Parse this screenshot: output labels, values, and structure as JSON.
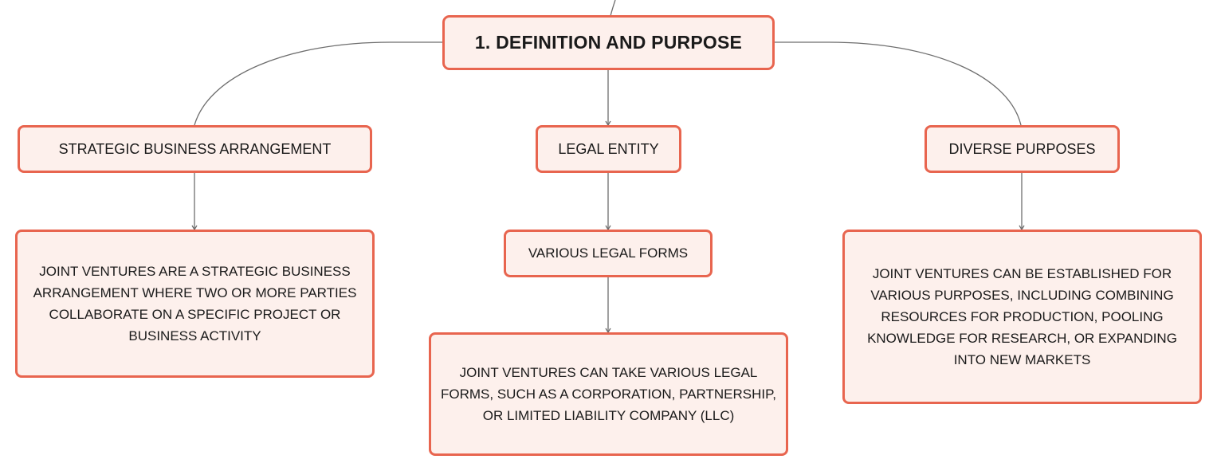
{
  "colors": {
    "node_border": "#e8654f",
    "node_fill": "#fdf0ec",
    "connector": "#6e6e6e",
    "text": "#1a1a1a",
    "background": "#ffffff"
  },
  "mindmap": {
    "root": {
      "label": "1. DEFINITION AND PURPOSE"
    },
    "branches": [
      {
        "label": "STRATEGIC BUSINESS ARRANGEMENT",
        "detail": "JOINT VENTURES ARE A STRATEGIC BUSINESS ARRANGEMENT WHERE TWO OR MORE PARTIES COLLABORATE ON A SPECIFIC PROJECT OR BUSINESS ACTIVITY"
      },
      {
        "label": "LEGAL ENTITY",
        "sub_label": "VARIOUS LEGAL FORMS",
        "detail": "JOINT VENTURES CAN TAKE VARIOUS LEGAL FORMS, SUCH AS A CORPORATION, PARTNERSHIP, OR LIMITED LIABILITY COMPANY (LLC)"
      },
      {
        "label": "DIVERSE PURPOSES",
        "detail": "JOINT VENTURES CAN BE ESTABLISHED FOR VARIOUS PURPOSES, INCLUDING COMBINING RESOURCES FOR PRODUCTION, POOLING KNOWLEDGE FOR RESEARCH, OR EXPANDING INTO NEW MARKETS"
      }
    ]
  }
}
